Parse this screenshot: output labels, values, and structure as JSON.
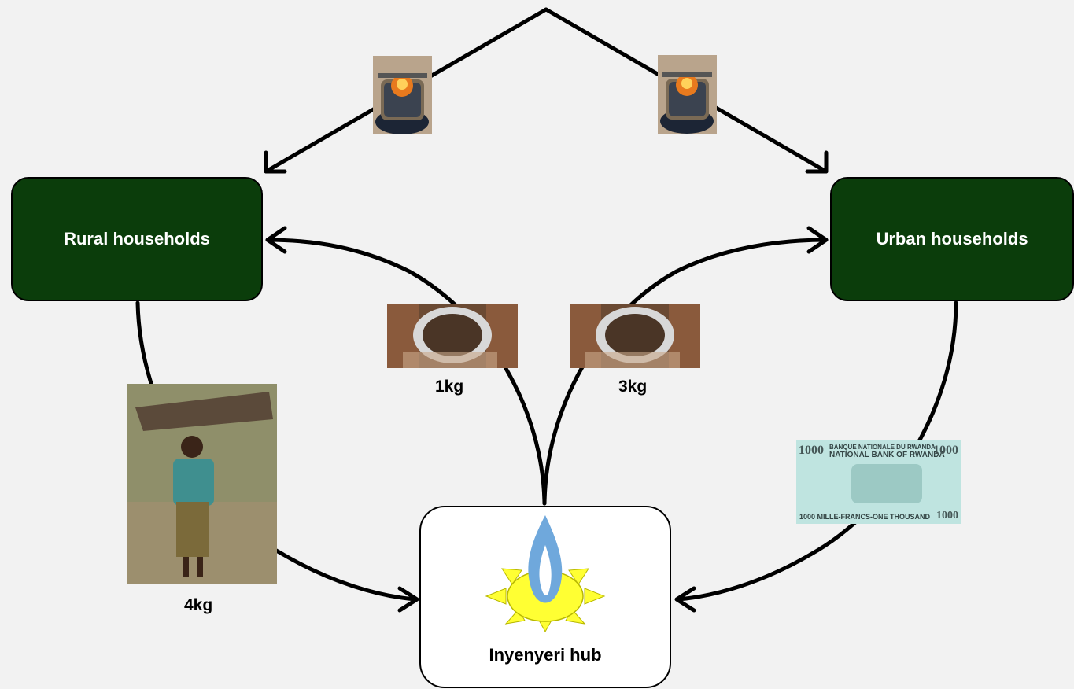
{
  "nodes": {
    "rural": "Rural households",
    "urban": "Urban households",
    "hub": "Inyenyeri hub"
  },
  "flows": {
    "rural_pellets": "1kg",
    "urban_pellets": "3kg",
    "firewood": "4kg"
  },
  "banknote": {
    "top_left_value": "1000",
    "top_right_value": "1000",
    "bank_line1": "BANQUE NATIONALE DU RWANDA",
    "bank_line2": "NATIONAL BANK OF RWANDA",
    "bottom_text": "1000 MILLE-FRANCS-ONE THOUSAND",
    "bottom_right_value": "1000"
  },
  "colors": {
    "household_box": "#0b3d0b",
    "flame": "#6fa8dc",
    "sun": "#ffff33",
    "banknote": "#bfe4e0"
  }
}
